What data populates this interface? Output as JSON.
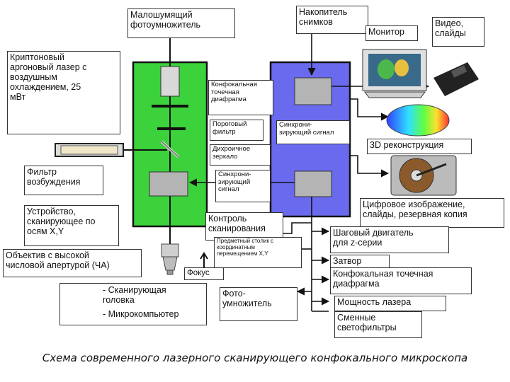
{
  "labels": {
    "pmt_low_noise": "Малошумящий\nфотоумножитель",
    "image_store": "Накопитель\nснимков",
    "monitor": "Монитор",
    "video": "Видео,\nслайды",
    "laser": "Криптоновый\nаргоновый лазер с\nвоздушным\nохлаждением, 25\nмВт",
    "pinhole": "Конфокальная\nточечная\nдиафрагма",
    "barrier_filter": "Пороговый\nфильтр",
    "sync_signal_blue": "Синхрони-\nзирующий сигнал",
    "dichroic": "Дихроичное\nзеркало",
    "reconstruction_3d": "3D реконструкция",
    "excitation_filter": "Фильтр\nвозбуждения",
    "sync_signal_mid": "Синхрони-\nзирующий\nсигнал",
    "scanner_xy": "Устройство,\nсканирующее по\nосям X,Y",
    "digital_image": "Цифровое изображение,\nслайды, резервная копия",
    "scan_control": "Контроль\nсканирования",
    "stepper": "Шаговый двигатель\nдля z-серии",
    "stage": "Предметный столик с\nкоординатным\nперемещением X,Y",
    "objective": "Объектив с высокой\nчисловой апертурой (ЧА)",
    "shutter": "Затвор",
    "focus": "Фокус",
    "pinhole_right": "Конфокальная точечная\nдиафрагма",
    "pmt": "Фото-\nумножитель",
    "laser_power": "Мощность лазера",
    "filters_swap": "Сменные\nсветофильтры"
  },
  "legend": {
    "scan_head": "- Сканирующая\nголовка",
    "computer": "- Микрокомпьютер"
  },
  "caption": "Схема современного лазерного сканирующего конфокального микроскопа",
  "colors": {
    "scan_head": "#3bd23b",
    "computer": "#6a6aee",
    "block_gray": "#b4b4b4"
  },
  "icons": [
    "monitor-icon",
    "video-camera-icon",
    "3d-reconstruction-icon",
    "hard-disk-icon",
    "laser-tube-icon",
    "objective-lens-icon",
    "pmt-tube-icon",
    "dichroic-mirror-icon"
  ]
}
